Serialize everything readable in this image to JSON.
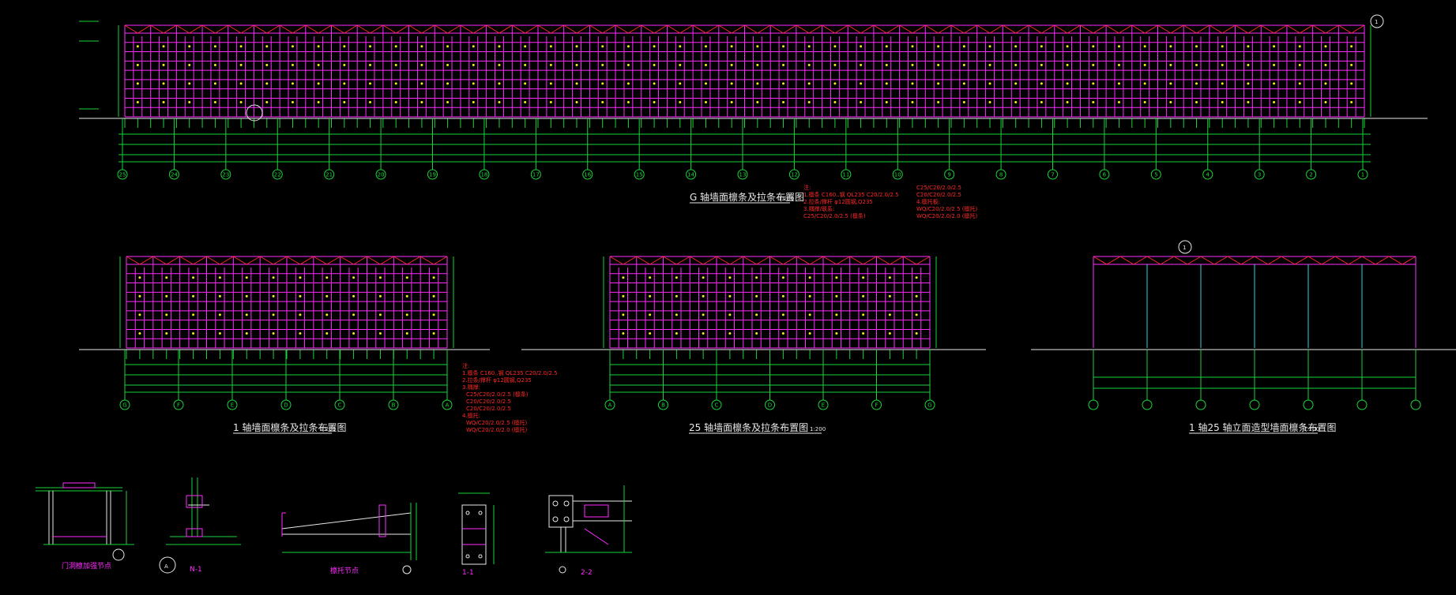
{
  "drawing": {
    "top_view": {
      "axis_labels": [
        "25",
        "24",
        "23",
        "22",
        "21",
        "20",
        "19",
        "18",
        "17",
        "16",
        "15",
        "14",
        "13",
        "12",
        "11",
        "10",
        "9",
        "8",
        "7",
        "6",
        "5",
        "4",
        "3",
        "2",
        "1"
      ],
      "label_marker": "1",
      "title_label": "G",
      "title": "轴墙面檩条及拉条布置图",
      "scale": "1:200"
    },
    "notes_a": {
      "heading": "注:",
      "lines": [
        "1.檩条 C160..钢 QL235 C20/2.0/2.5",
        "2.拉条/撑杆 φ12圆钢,Q235",
        "3.隅撑/联系:",
        "C25/C20/2.0/2.5  (檩条)"
      ]
    },
    "notes_b": {
      "lines": [
        "C25/C20/2.0/2.5",
        "C20/C20/2.0/2.5",
        "4.檩托板:",
        "WQ/C20/2.0/2.5  (檩托)",
        "WQ/C20/2.0/2.0  (檩托)"
      ]
    },
    "view_1": {
      "axis_labels": [
        "G",
        "F",
        "E",
        "D",
        "C",
        "B",
        "A"
      ],
      "title": "1 轴墙面檩条及拉条布置图",
      "scale": "1:200"
    },
    "view_25": {
      "axis_labels": [
        "A",
        "B",
        "C",
        "D",
        "E",
        "F",
        "G"
      ],
      "title": "25 轴墙面檩条及拉条布置图",
      "scale": "1:200"
    },
    "view_gable": {
      "axis_labels": [
        "",
        "",
        "",
        "",
        "",
        "",
        ""
      ],
      "title": "1 轴25 轴立面造型墙面檩条布置图",
      "scale": "1:200",
      "label_marker": "1"
    },
    "notes_c": {
      "heading": "注:",
      "lines": [
        "1.檩条 C160..钢 QL235 C20/2.0/2.5",
        "2.拉条/撑杆 φ12圆钢,Q235",
        "3.隅撑:",
        "C25/C20/2.0/2.5  (檩条)",
        "C20/C20/2.0/2.5",
        "C20/C20/2.0/2.5",
        "4.檩托:",
        "WQ/C20/2.0/2.5  (檩托)",
        "WQ/C20/2.0/2.0  (檩托)"
      ]
    },
    "details": {
      "d1": "门洞檩加强节点",
      "d2_marker": "A",
      "d2": "N-1",
      "d3": "檩托节点",
      "d4": "1-1",
      "d5": "2-2"
    },
    "colors": {
      "frame": "#19d43a",
      "purlin": "#ff2bff",
      "notes": "#ff2a2a",
      "text": "#e8e8e8",
      "column": "#27d6e0",
      "marker": "#f4f01a"
    }
  }
}
